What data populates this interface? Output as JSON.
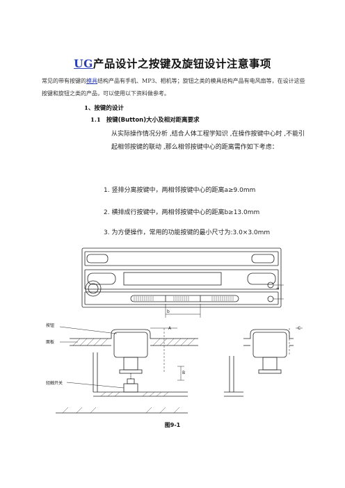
{
  "doc": {
    "title_prefix": "UG",
    "title_rest": "产品设计之按键及旋钮设计注意事项",
    "intro_before_link": "常见的带有按键的",
    "intro_link": "模具",
    "intro_after_link": "结构产品有手机、MP3、相机等；旋钮之类的模具结构产品有电风扇等，在设计这些按键和旋钮之类的产品，可以使用以下资料做参考。",
    "section1": "1、按键的设计",
    "section1_1_num": "1.1",
    "section1_1_title": "按键(Button)大小及相对距离要求",
    "paragraph": "从实际操作情况分析 ,结合人体工程学知识 ,在操作按键中心时 ,不能引起相邻按键的联动 ,那么相邻按键中心的距离需作如下考虑：",
    "item1": "1. 竖排分离按键中，两相邻按键中心的距离a≥9.0mm",
    "item2": "2. 横排成行按键中，两相邻按键中心的距离b≥13.0mm",
    "item3": "3. 为方便操作，常用的功能按键的最小尺寸为:3.0×3.0mm"
  },
  "figure": {
    "label_b": "b",
    "label_a": "a",
    "label_A": "A",
    "label_C": "C",
    "label_B": "B",
    "label_button": "按钮",
    "label_panel": "面板",
    "label_switch": "轻触开关",
    "caption": "图9-1"
  }
}
